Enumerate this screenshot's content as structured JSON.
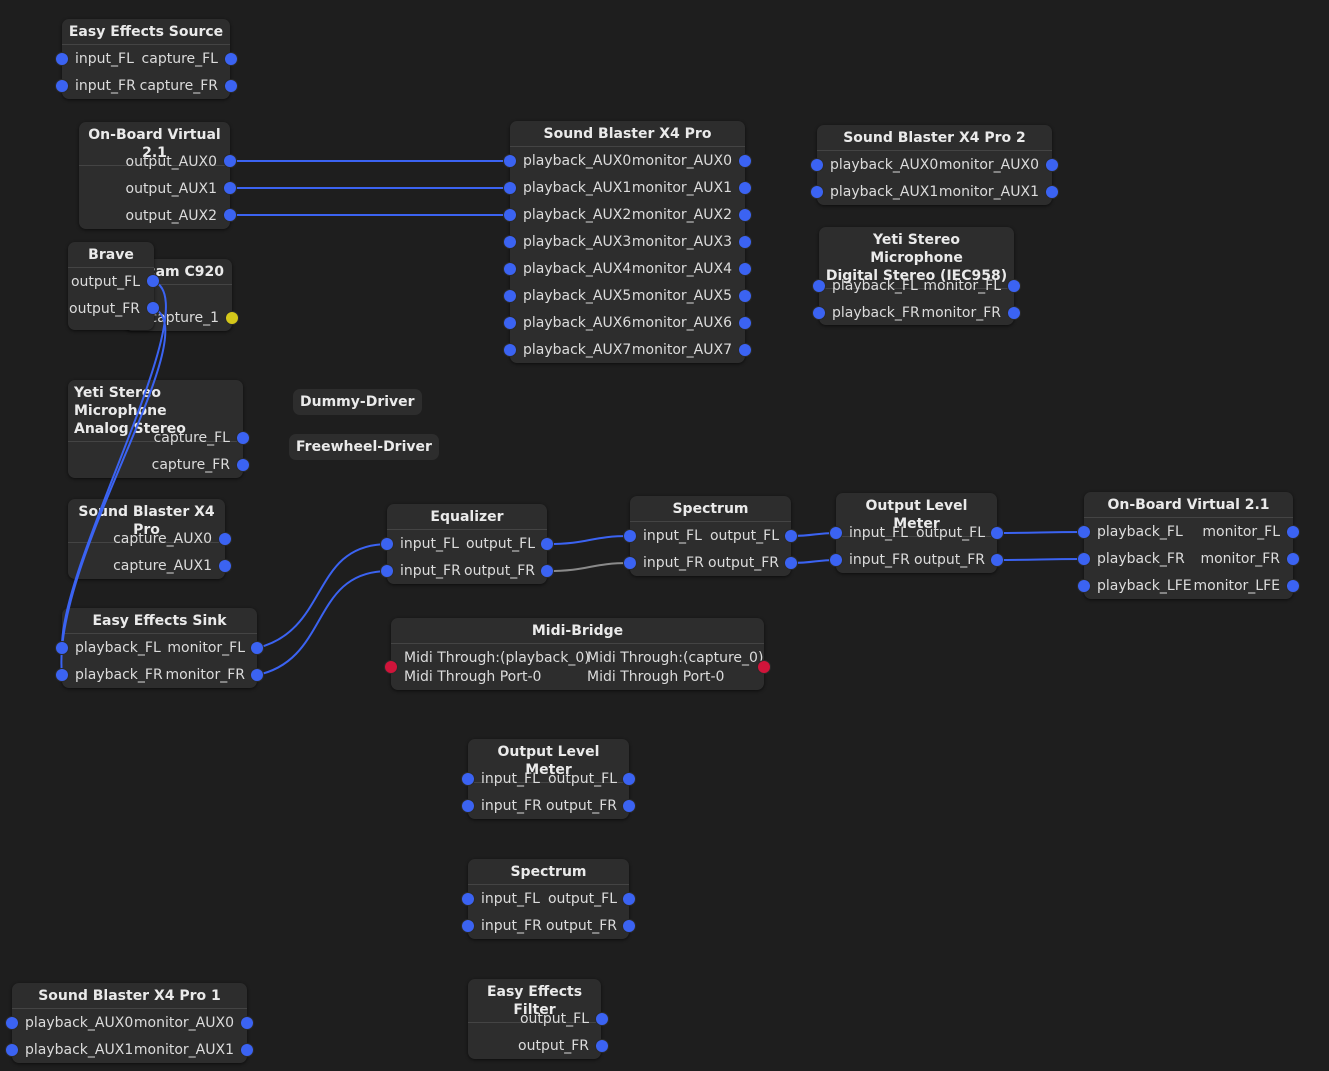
{
  "colors": {
    "background": "#1e1e1e",
    "node": "#2d2d2d",
    "audio_port": "#3b63f2",
    "video_port": "#d4c71a",
    "midi_port": "#d0143a",
    "wire_active": "#3b63f2",
    "wire_inactive": "#8a8a8a"
  },
  "nodes": {
    "ee_source": {
      "title": "Easy Effects Source",
      "in": [
        "input_FL",
        "input_FR"
      ],
      "out": [
        "capture_FL",
        "capture_FR"
      ]
    },
    "onboard_virtual_top": {
      "title": "On-Board Virtual 2.1",
      "out": [
        "output_AUX0",
        "output_AUX1",
        "output_AUX2"
      ]
    },
    "webcam": {
      "title_visible": "pcam C920",
      "out": [
        "capture_1"
      ]
    },
    "brave": {
      "title": "Brave",
      "out": [
        "output_FL",
        "output_FR"
      ]
    },
    "yeti_analog": {
      "title_line1": "Yeti Stereo Microphone",
      "title_line2": "Analog Stereo",
      "out": [
        "capture_FL",
        "capture_FR"
      ]
    },
    "dummy_driver": {
      "title": "Dummy-Driver"
    },
    "freewheel_driver": {
      "title": "Freewheel-Driver"
    },
    "sbx4_capture": {
      "title": "Sound Blaster X4 Pro",
      "out": [
        "capture_AUX0",
        "capture_AUX1"
      ]
    },
    "ee_sink": {
      "title": "Easy Effects Sink",
      "in": [
        "playback_FL",
        "playback_FR"
      ],
      "out": [
        "monitor_FL",
        "monitor_FR"
      ]
    },
    "sbx4_main": {
      "title": "Sound Blaster X4 Pro",
      "in": [
        "playback_AUX0",
        "playback_AUX1",
        "playback_AUX2",
        "playback_AUX3",
        "playback_AUX4",
        "playback_AUX5",
        "playback_AUX6",
        "playback_AUX7"
      ],
      "out": [
        "monitor_AUX0",
        "monitor_AUX1",
        "monitor_AUX2",
        "monitor_AUX3",
        "monitor_AUX4",
        "monitor_AUX5",
        "monitor_AUX6",
        "monitor_AUX7"
      ]
    },
    "sbx4_2": {
      "title": "Sound Blaster X4 Pro 2",
      "in": [
        "playback_AUX0",
        "playback_AUX1"
      ],
      "out": [
        "monitor_AUX0",
        "monitor_AUX1"
      ]
    },
    "yeti_digital": {
      "title_line1": "Yeti Stereo Microphone",
      "title_line2": "Digital Stereo (IEC958)",
      "in": [
        "playback_FL",
        "playback_FR"
      ],
      "out": [
        "monitor_FL",
        "monitor_FR"
      ]
    },
    "equalizer": {
      "title": "Equalizer",
      "in": [
        "input_FL",
        "input_FR"
      ],
      "out": [
        "output_FL",
        "output_FR"
      ]
    },
    "spectrum_a": {
      "title": "Spectrum",
      "in": [
        "input_FL",
        "input_FR"
      ],
      "out": [
        "output_FL",
        "output_FR"
      ]
    },
    "olm_a": {
      "title": "Output Level Meter",
      "in": [
        "input_FL",
        "input_FR"
      ],
      "out": [
        "output_FL",
        "output_FR"
      ]
    },
    "onboard_virtual_right": {
      "title": "On-Board Virtual 2.1",
      "in": [
        "playback_FL",
        "playback_FR",
        "playback_LFE"
      ],
      "out": [
        "monitor_FL",
        "monitor_FR",
        "monitor_LFE"
      ]
    },
    "midi_bridge": {
      "title": "Midi-Bridge",
      "in_line1": "Midi Through:(playback_0)",
      "in_line2": "Midi Through Port-0",
      "out_line1": "Midi Through:(capture_0)",
      "out_line2": "Midi Through Port-0"
    },
    "olm_b": {
      "title": "Output Level Meter",
      "in": [
        "input_FL",
        "input_FR"
      ],
      "out": [
        "output_FL",
        "output_FR"
      ]
    },
    "spectrum_b": {
      "title": "Spectrum",
      "in": [
        "input_FL",
        "input_FR"
      ],
      "out": [
        "output_FL",
        "output_FR"
      ]
    },
    "ee_filter": {
      "title": "Easy Effects Filter",
      "out": [
        "output_FL",
        "output_FR"
      ]
    },
    "sbx4_1": {
      "title": "Sound Blaster X4 Pro 1",
      "in": [
        "playback_AUX0",
        "playback_AUX1"
      ],
      "out": [
        "monitor_AUX0",
        "monitor_AUX1"
      ]
    }
  }
}
